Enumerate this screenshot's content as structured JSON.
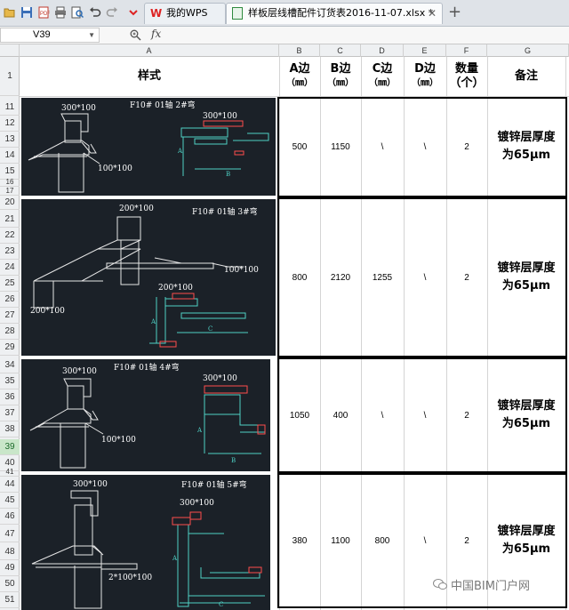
{
  "tabs": [
    {
      "label": "我的WPS"
    },
    {
      "label": "样板层线槽配件订货表2016-11-07.xlsx *"
    }
  ],
  "formula_bar": {
    "cell_ref": "V39",
    "fx": "fx"
  },
  "columns": [
    "A",
    "B",
    "C",
    "D",
    "E",
    "F",
    "G"
  ],
  "rows": [
    "1",
    "11",
    "12",
    "13",
    "14",
    "15",
    "16",
    "17",
    "20",
    "21",
    "22",
    "23",
    "24",
    "25",
    "26",
    "27",
    "28",
    "29",
    "34",
    "35",
    "36",
    "37",
    "38",
    "39",
    "40",
    "41",
    "44",
    "45",
    "46",
    "47",
    "48",
    "49",
    "50",
    "51"
  ],
  "selected_row": "39",
  "header": {
    "style": "样式",
    "a_line1": "A边",
    "a_line2": "（㎜）",
    "b_line1": "B边",
    "b_line2": "（㎜）",
    "c_line1": "C边",
    "c_line2": "（㎜）",
    "d_line1": "D边",
    "d_line2": "（㎜）",
    "qty_line1": "数量",
    "qty_line2": "（个）",
    "note": "备注"
  },
  "items": [
    {
      "a": "500",
      "b": "1150",
      "c": "\\",
      "d": "\\",
      "qty": "2",
      "note_line1": "镀锌层厚度",
      "note_line2": "为65μm",
      "drawing": {
        "title": "F10# 01轴 2#弯",
        "dim_top": "300*100",
        "dim_right": "300*100",
        "dim_bottom": "100*100",
        "dim_side": "A",
        "dim_lower": "B"
      }
    },
    {
      "a": "800",
      "b": "2120",
      "c": "1255",
      "d": "\\",
      "qty": "2",
      "note_line1": "镀锌层厚度",
      "note_line2": "为65μm",
      "drawing": {
        "title": "F10# 01轴 3#弯",
        "dim_top": "200*100",
        "dim_right": "100*100",
        "dim_left": "200*100",
        "dim_inset": "200*100",
        "dim_side": "A",
        "dim_lower": "C"
      }
    },
    {
      "a": "1050",
      "b": "400",
      "c": "\\",
      "d": "\\",
      "qty": "2",
      "note_line1": "镀锌层厚度",
      "note_line2": "为65μm",
      "drawing": {
        "title": "F10# 01轴 4#弯",
        "dim_top": "300*100",
        "dim_right": "300*100",
        "dim_bottom": "100*100",
        "dim_side": "A",
        "dim_lower": "B"
      }
    },
    {
      "a": "380",
      "b": "1100",
      "c": "800",
      "d": "\\",
      "qty": "2",
      "note_line1": "镀锌层厚度",
      "note_line2": "为65μm",
      "drawing": {
        "title": "F10# 01轴 5#弯",
        "dim_top": "300*100",
        "dim_right": "300*100",
        "dim_bottom": "2*100*100",
        "dim_side": "A",
        "dim_lower": "C"
      }
    }
  ],
  "watermark": "中国BIM门户网"
}
